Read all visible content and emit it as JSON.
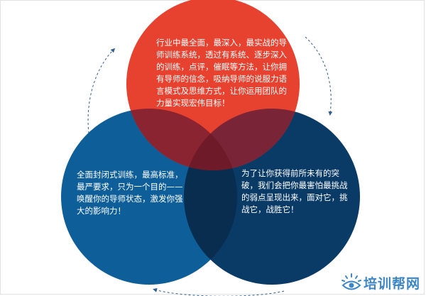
{
  "diagram": {
    "type": "venn",
    "circles": [
      {
        "id": "top",
        "color": "#e7412f",
        "lines": [
          "行业中最全面，最深入，最实战的导",
          "师训练系统，透过有系统、逐步深入",
          "的训练，点评，催眠等方法，让你拥",
          "有导师的信念，吸纳导师的说服力语",
          "言模式及思维方式，让你运用团队的",
          "力量实现宏伟目标！"
        ]
      },
      {
        "id": "left",
        "color": "#0d5e99",
        "lines": [
          "全面封闭式训练，最高标准，",
          "最严要求，只为一个目的——",
          "唤醒你的导师状态，激发你强",
          "大的影响力！"
        ]
      },
      {
        "id": "right",
        "color": "#0a3a66",
        "lines": [
          "为了让你获得前所未有的突",
          "破，我们会把你最害怕最挑战",
          "的弱点呈现出来，面对它，挑",
          "战它，战胜它！"
        ]
      }
    ],
    "overlap_colors": {
      "top_left": "#8a2430",
      "top_right": "#7a2438",
      "left_right": "#082d4f",
      "center": "#6e1a28"
    },
    "arrow_color": "#2f5f8f"
  },
  "watermark": {
    "text": "培训帮网",
    "color": "#3d86c5"
  }
}
